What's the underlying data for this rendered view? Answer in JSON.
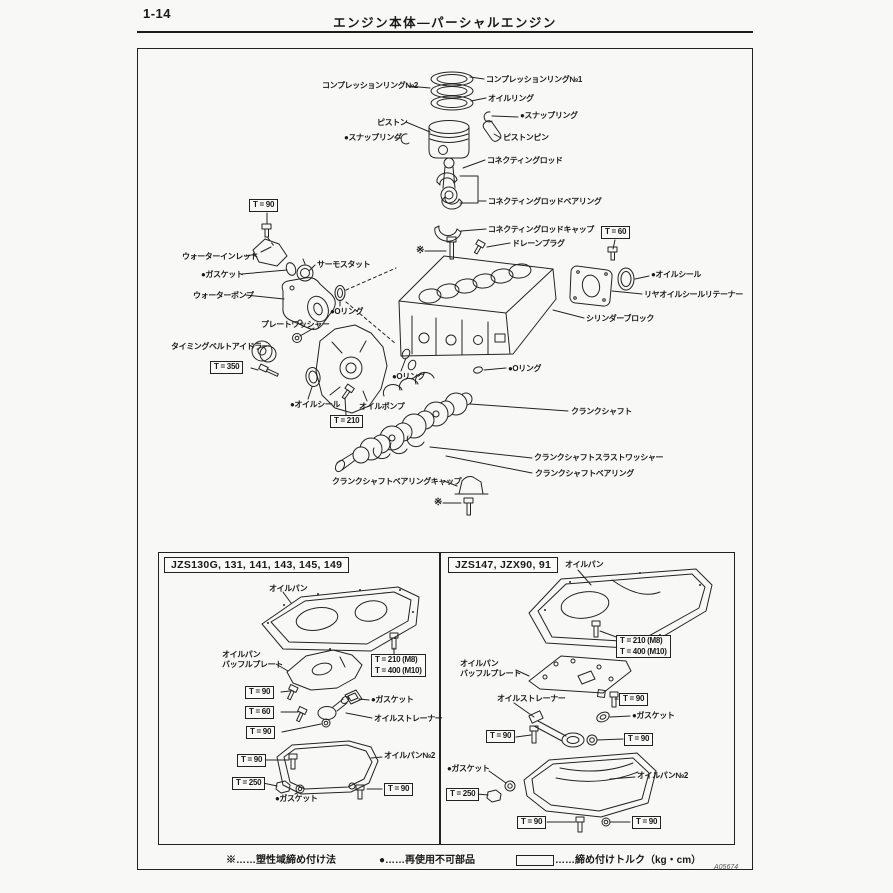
{
  "page": {
    "number": "1-14",
    "title": "エンジン本体―パーシャルエンジン",
    "doc_code": "A05674"
  },
  "main": {
    "labels": {
      "comp_ring_2": "コンプレッションリング№2",
      "comp_ring_1": "コンプレッションリング№1",
      "oil_ring": "オイルリング",
      "snap_ring": "●スナップリング",
      "piston": "ピストン",
      "piston_pin": "ピストンピン",
      "con_rod": "コネクティングロッド",
      "con_rod_bearing": "コネクティングロッドベアリング",
      "con_rod_cap": "コネクティングロッドキャップ",
      "drain_plug": "ドレーンプラグ",
      "t60": "T = 60",
      "t90": "T = 90",
      "t350": "T = 350",
      "t210": "T = 210",
      "water_inlet": "ウォーターインレット",
      "thermostat": "サーモスタット",
      "gasket": "●ガスケット",
      "water_pump": "ウォーターポンプ",
      "o_ring": "●Oリング",
      "plate_washer": "プレートワッシャー",
      "timing_idler": "タイミングベルトアイドラー",
      "oil_seal": "●オイルシール",
      "oil_pump": "オイルポンプ",
      "rear_seal_retainer": "リヤオイルシールリテーナー",
      "cylinder_block": "シリンダーブロック",
      "crankshaft": "クランクシャフト",
      "thrust_washer": "クランクシャフトスラストワッシャー",
      "crank_bearing": "クランクシャフトベアリング",
      "crank_cap": "クランクシャフトベアリングキャップ",
      "star": "※"
    }
  },
  "panel_left": {
    "title": "JZS130G, 131, 141, 143, 145, 149",
    "labels": {
      "oil_pan": "オイルパン",
      "baffle": "オイルパン\nバッフルプレート",
      "torque_m8m10": "T = 210 (M8)\nT = 400 (M10)",
      "t90": "T = 90",
      "t60": "T = 60",
      "t250": "T = 250",
      "gasket": "●ガスケット",
      "strainer": "オイルストレーナー",
      "oil_pan_2": "オイルパン№2"
    }
  },
  "panel_right": {
    "title": "JZS147, JZX90, 91",
    "labels": {
      "oil_pan": "オイルパン",
      "baffle": "オイルパン\nバッフルプレート",
      "torque_m8m10": "T = 210 (M8)\nT = 400 (M10)",
      "t90": "T = 90",
      "t250": "T = 250",
      "gasket": "●ガスケット",
      "strainer": "オイルストレーナー",
      "oil_pan_2": "オイルパン№2"
    }
  },
  "legend": {
    "plastic_region": "※……塑性域締め付け法",
    "non_reusable": "●……再使用不可部品",
    "torque_suffix": "……締め付けトルク（kg・cm）"
  }
}
